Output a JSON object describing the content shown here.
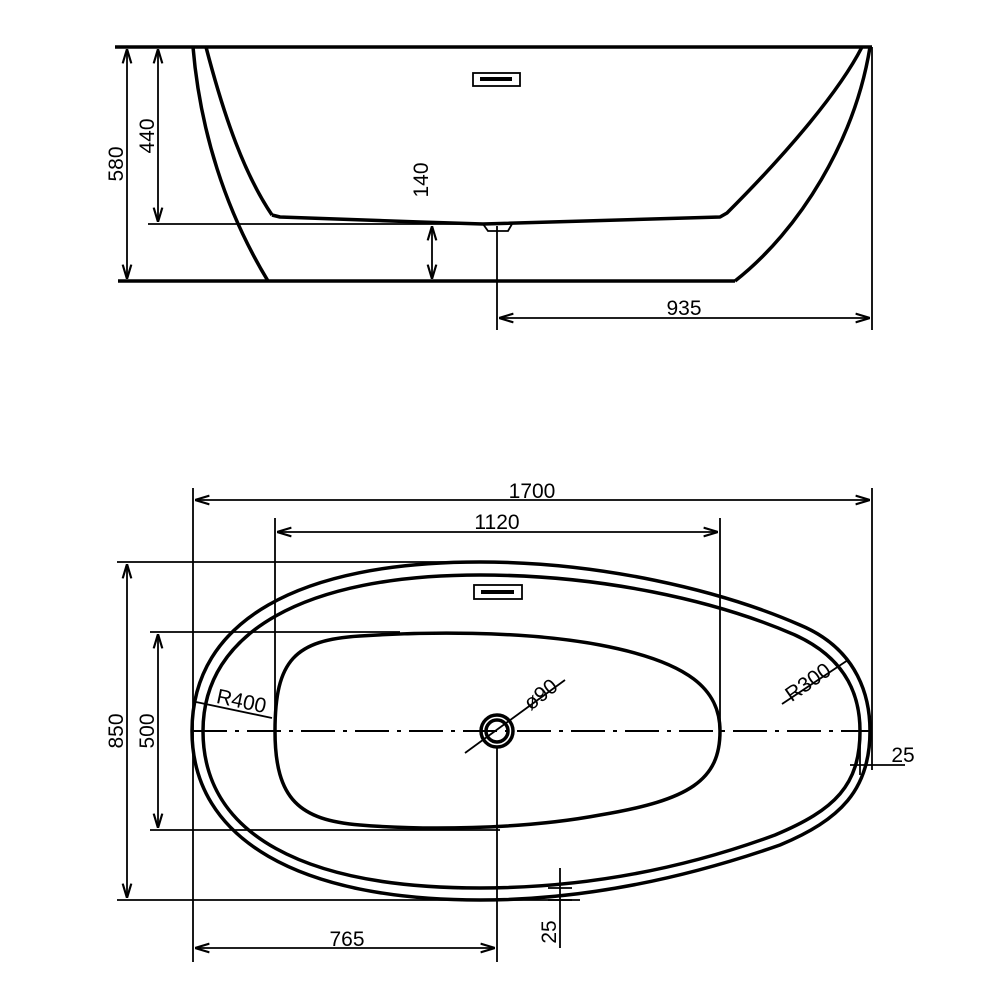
{
  "side_view": {
    "dims": {
      "total_height": "580",
      "depth": "440",
      "base_to_floor": "140",
      "drain_to_end": "935"
    }
  },
  "plan_view": {
    "dims": {
      "length": "1700",
      "basin_length": "1120",
      "width": "850",
      "basin_width": "500",
      "drain_offset": "765",
      "rim_bottom": "25",
      "rim_right": "25",
      "radius_left": "R400",
      "radius_right": "R300",
      "drain_diameter": "ø90"
    }
  },
  "colors": {
    "line": "#000000",
    "background": "#ffffff"
  }
}
